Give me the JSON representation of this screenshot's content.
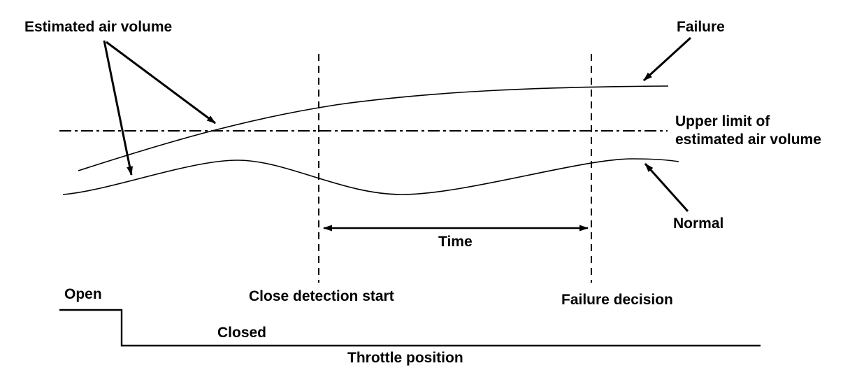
{
  "diagram": {
    "title_context": "Estimated air volume vs throttle position failure-detection diagram",
    "colors": {
      "foreground": "#000000",
      "background": "#ffffff"
    },
    "labels": {
      "estimated_air_volume": "Estimated air volume",
      "failure": "Failure",
      "upper_limit": "Upper limit of\nestimated air volume",
      "normal": "Normal",
      "time": "Time",
      "close_detection_start": "Close detection start",
      "failure_decision": "Failure decision",
      "open": "Open",
      "closed": "Closed",
      "throttle_position": "Throttle position"
    },
    "curves": [
      {
        "id": "failure-curve",
        "label": "Failure",
        "description": "Estimated air volume rising above the upper limit and staying high"
      },
      {
        "id": "normal-curve",
        "label": "Normal",
        "description": "Estimated air volume oscillating below the upper limit"
      }
    ],
    "threshold": {
      "id": "upper-limit-line",
      "label": "Upper limit of estimated air volume",
      "style": "dash-dot horizontal line"
    },
    "events": [
      {
        "id": "close-detection-start-line",
        "label": "Close detection start",
        "style": "vertical dashed line"
      },
      {
        "id": "failure-decision-line",
        "label": "Failure decision",
        "style": "vertical dashed line"
      }
    ],
    "interval": {
      "id": "time-arrow",
      "label": "Time",
      "description": "double-headed arrow between close detection start and failure decision"
    },
    "throttle_trace": {
      "id": "throttle-step-line",
      "label": "Throttle position",
      "states": [
        "Open",
        "Closed"
      ],
      "description": "step from Open level down to Closed level"
    }
  }
}
